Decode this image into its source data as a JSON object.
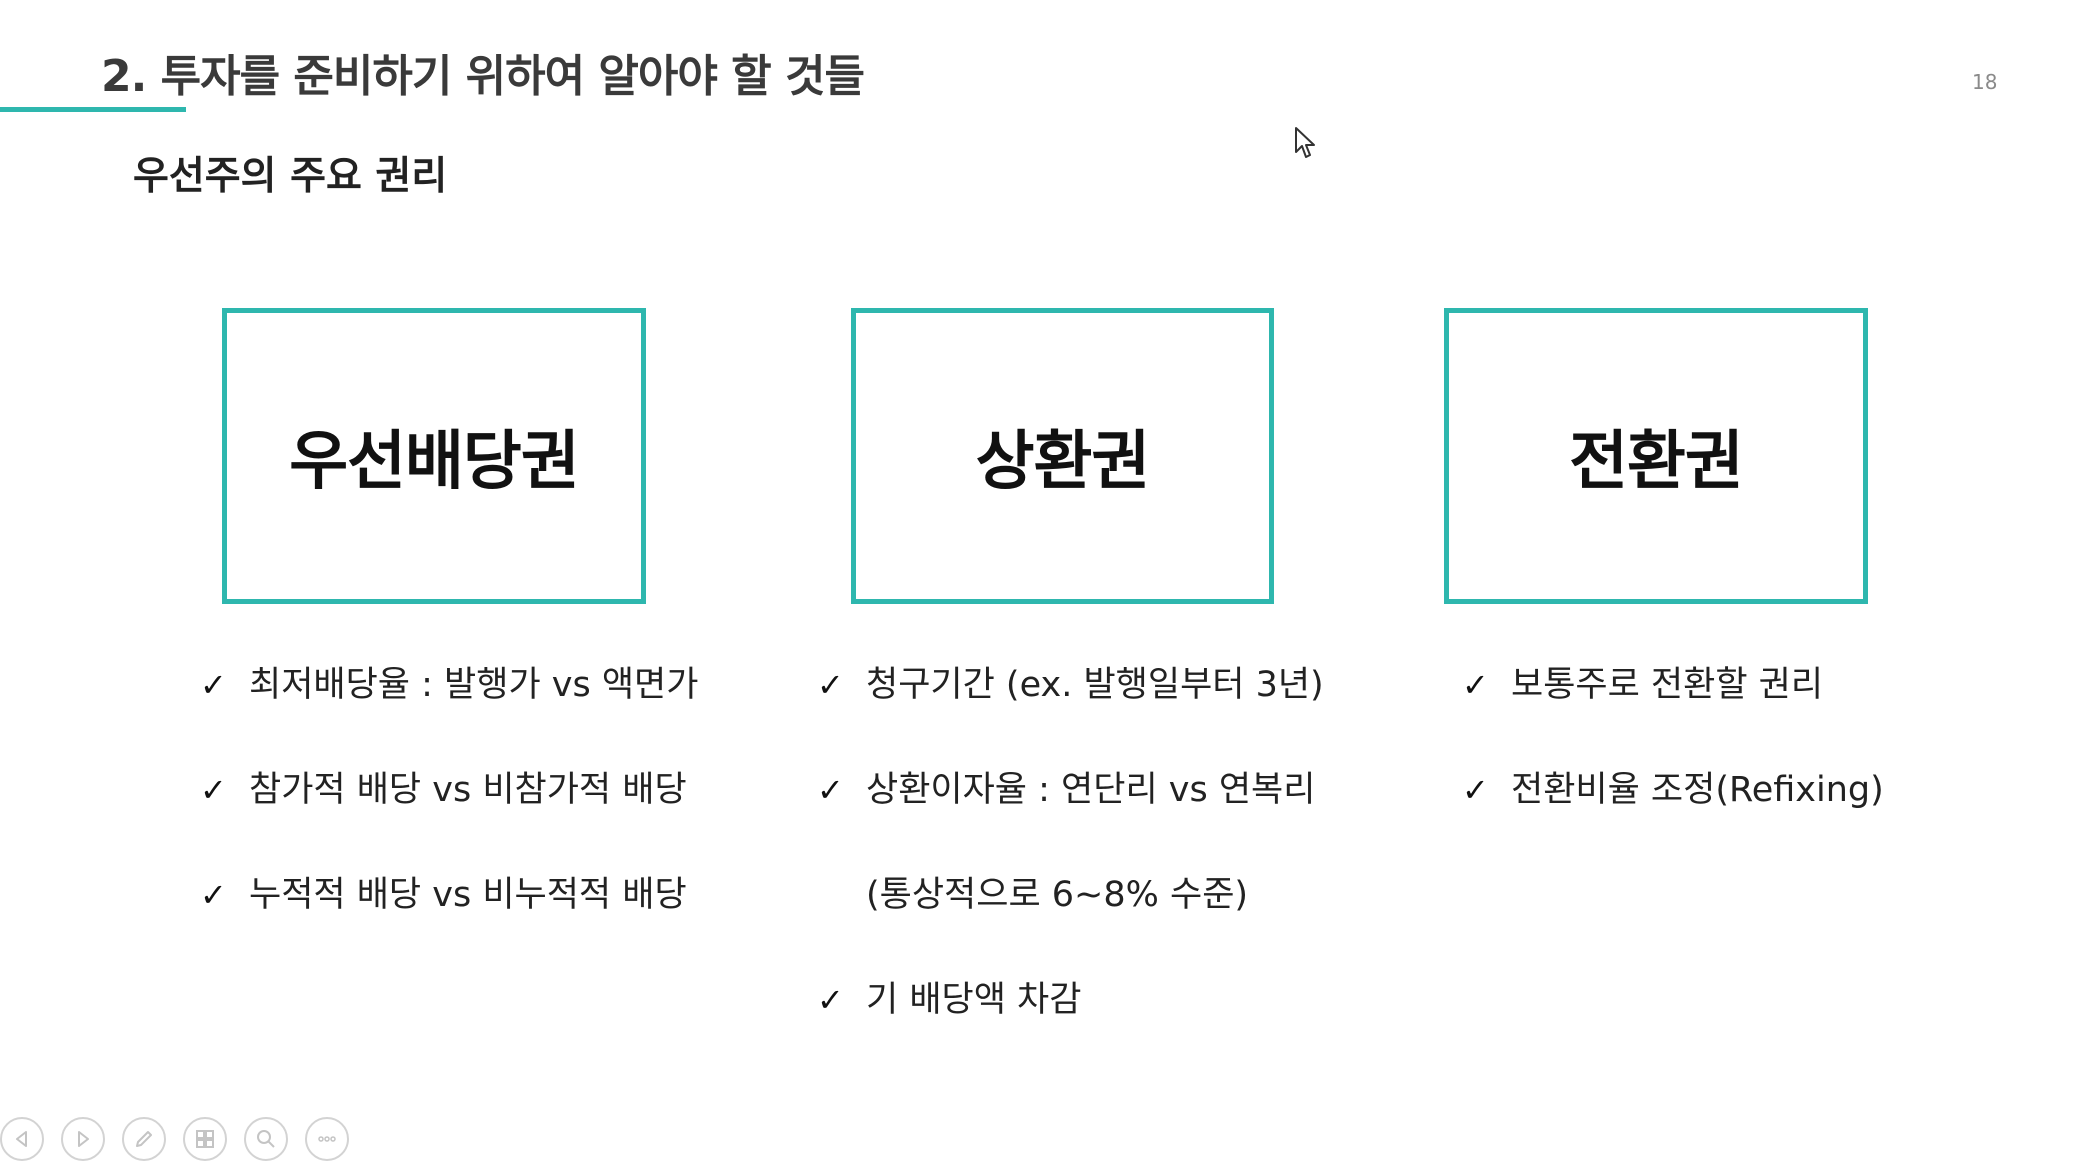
{
  "slide": {
    "title": "2. 투자를 준비하기 위하여 알아야 할 것들",
    "subtitle": "우선주의 주요 권리",
    "page_number": "18",
    "accent_color": "#2eb7ae"
  },
  "cards": [
    {
      "label": "우선배당권",
      "bullets": [
        "최저배당율 : 발행가 vs 액면가",
        "참가적 배당 vs 비참가적 배당",
        "누적적 배당 vs 비누적적 배당"
      ]
    },
    {
      "label": "상환권",
      "bullets": [
        "청구기간 (ex. 발행일부터 3년)",
        "상환이자율 : 연단리 vs 연복리",
        "(통상적으로 6~8% 수준)",
        "기 배당액 차감"
      ]
    },
    {
      "label": "전환권",
      "bullets": [
        "보통주로 전환할 권리",
        "전환비율 조정(Refixing)"
      ]
    }
  ],
  "check_glyph": "✓",
  "toolbar": {
    "icons": [
      "previous-icon",
      "next-icon",
      "pen-icon",
      "slides-grid-icon",
      "zoom-icon",
      "more-icon"
    ]
  }
}
